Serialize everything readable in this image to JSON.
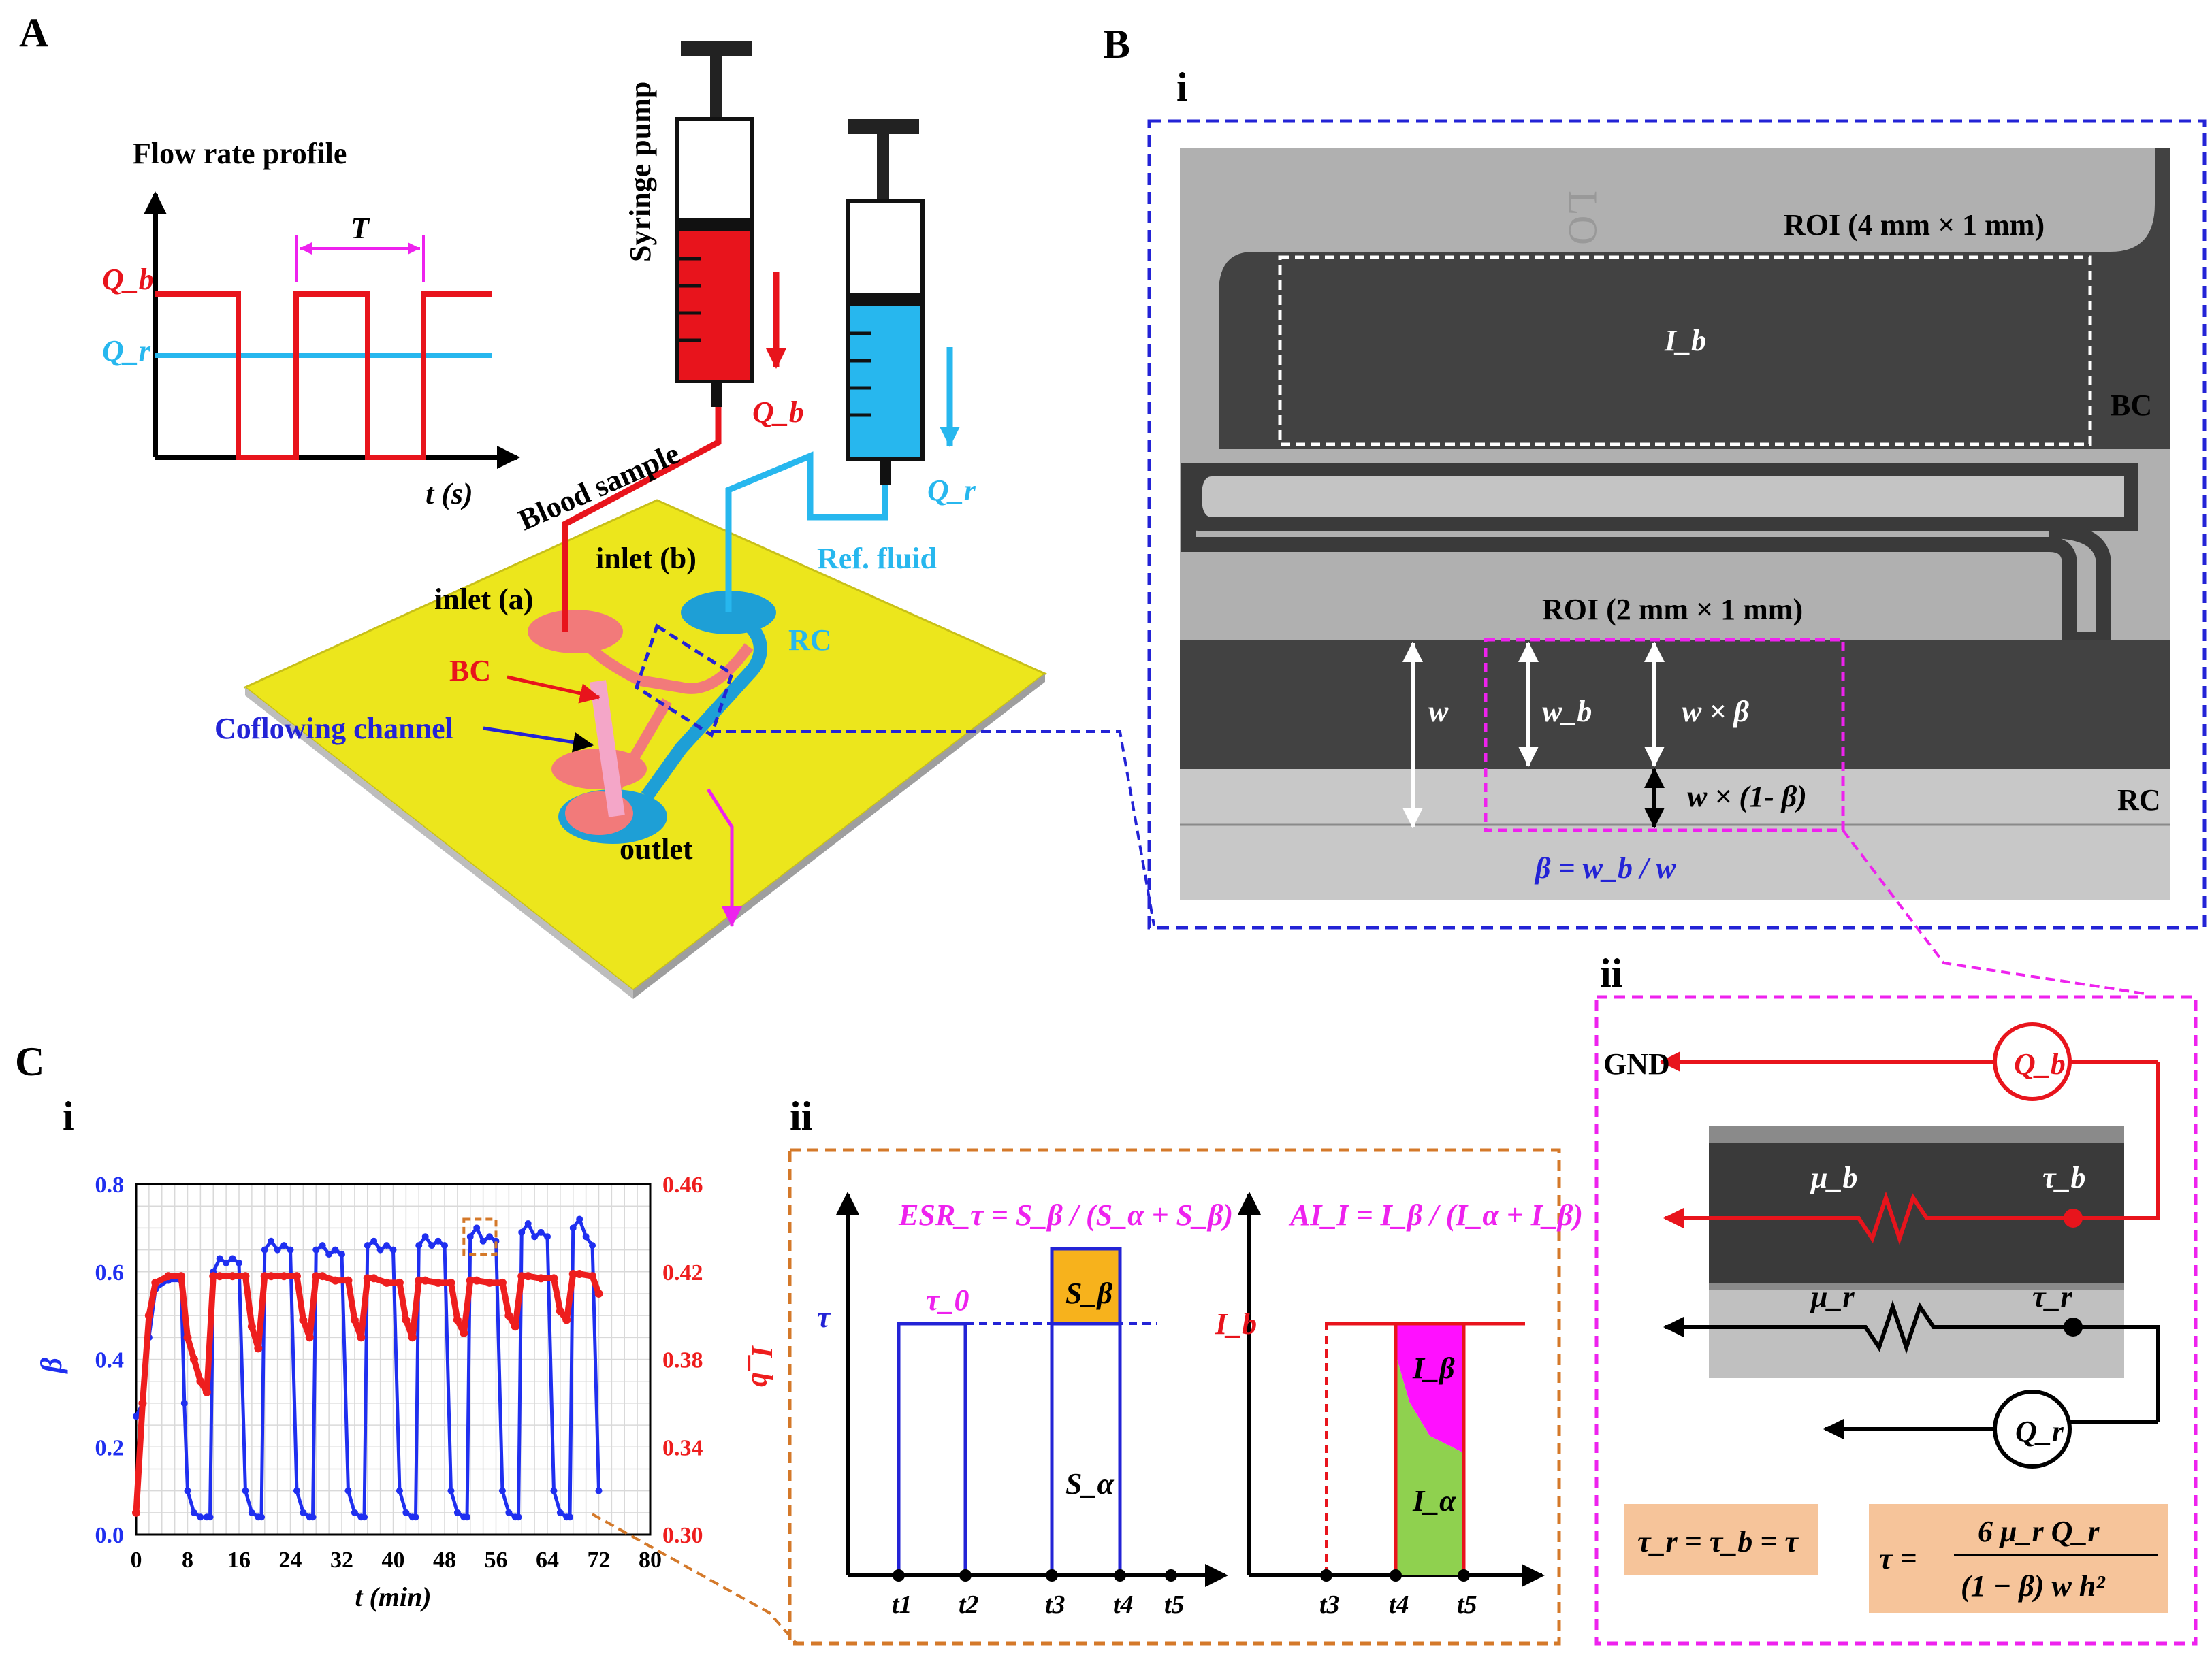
{
  "colors": {
    "blood": "#e8141c",
    "reference": "#27b7ee",
    "chip": "#ece61c",
    "blue_dash": "#2323d6",
    "magenta": "#ee22ee",
    "orange_dash": "#d4792a",
    "beta_series": "#1f2ff0",
    "ib_series": "#ee1e1e",
    "s_beta_fill": "#f7b21c",
    "i_beta_fill": "#ff10ff",
    "i_alpha_fill": "#8fd14f",
    "equation_box": "#f6c49a"
  },
  "panel_a": {
    "letter": "A",
    "flow_title": "Flow rate profile",
    "period": "T",
    "qb": "Q_b",
    "qr": "Q_r",
    "time_axis": "t (s)",
    "syringe_pump": "Syringe pump",
    "blood_sample": "Blood sample",
    "ref_fluid": "Ref. fluid",
    "inlet_a": "inlet (a)",
    "inlet_b": "inlet (b)",
    "bc": "BC",
    "rc": "RC",
    "coflowing": "Coflowing channel",
    "outlet": "outlet"
  },
  "panel_b": {
    "letter": "B",
    "sub_i": "i",
    "sub_ii": "ii",
    "roi_top": "ROI (4 mm × 1 mm)",
    "ib": "I_b",
    "bc": "BC",
    "roi_bottom": "ROI (2 mm × 1 mm)",
    "w": "w",
    "wb": "w_b",
    "w_beta": "w × β",
    "w_one_minus_beta": "w × (1- β)",
    "rc": "RC",
    "beta_def": "β = w_b / w",
    "gnd": "GND",
    "mu_b": "μ_b",
    "tau_b": "τ_b",
    "mu_r": "μ_r",
    "tau_r": "τ_r",
    "qb": "Q_b",
    "qr": "Q_r",
    "eq_left": "τ_r = τ_b = τ",
    "eq_right_lhs": "τ =",
    "eq_right_num": "6 μ_r Q_r",
    "eq_right_den": "(1 − β) w h²"
  },
  "panel_c": {
    "letter": "C",
    "sub_i": "i",
    "sub_ii": "ii",
    "esr_label": "ESR_τ = S_β / (S_α + S_β)",
    "ai_label": "AI_I = I_β / (I_α + I_β)",
    "tau": "τ",
    "tau0": "τ_0",
    "s_beta": "S_β",
    "s_alpha": "S_α",
    "ib": "I_b",
    "i_beta": "I_β",
    "i_alpha": "I_α",
    "t_labels_esr": [
      "t1",
      "t2",
      "t3",
      "t4",
      "t5"
    ],
    "t_labels_ai": [
      "t3",
      "t4",
      "t5"
    ]
  },
  "chart_data": {
    "type": "line",
    "xlabel": "t (min)",
    "ylabel_left": "β",
    "ylabel_right": "I_b",
    "xlim": [
      0,
      80
    ],
    "ylim_left": [
      0.0,
      0.8
    ],
    "ylim_right": [
      0.3,
      0.46
    ],
    "x_ticks": [
      0,
      8,
      16,
      24,
      32,
      40,
      48,
      56,
      64,
      72,
      80
    ],
    "y_left_ticks": [
      "0.0",
      "0.2",
      "0.4",
      "0.6",
      "0.8"
    ],
    "y_right_ticks": [
      "0.30",
      "0.34",
      "0.38",
      "0.42",
      "0.46"
    ],
    "grid": true,
    "series": [
      {
        "name": "β",
        "axis": "left",
        "x": [
          0,
          1,
          2,
          3,
          5,
          7,
          7.5,
          8,
          9,
          10,
          11,
          11.5,
          12,
          13,
          14,
          15,
          16,
          17,
          18,
          19,
          19.5,
          20,
          21,
          22,
          23,
          24,
          25,
          26,
          27,
          27.5,
          28,
          29,
          30,
          31,
          32,
          33,
          34,
          35,
          35.5,
          36,
          37,
          38,
          39,
          40,
          41,
          42,
          43,
          43.5,
          44,
          45,
          46,
          47,
          48,
          49,
          50,
          51,
          51.5,
          52,
          53,
          54,
          55,
          56,
          57,
          58,
          59,
          59.5,
          60,
          61,
          62,
          63,
          64,
          65,
          66,
          67,
          67.5,
          68,
          69,
          70,
          71,
          72
        ],
        "y": [
          0.27,
          0.3,
          0.45,
          0.56,
          0.58,
          0.58,
          0.3,
          0.1,
          0.05,
          0.04,
          0.04,
          0.04,
          0.6,
          0.63,
          0.62,
          0.63,
          0.62,
          0.1,
          0.05,
          0.04,
          0.04,
          0.65,
          0.67,
          0.65,
          0.66,
          0.65,
          0.1,
          0.05,
          0.04,
          0.04,
          0.65,
          0.66,
          0.64,
          0.65,
          0.64,
          0.1,
          0.05,
          0.04,
          0.04,
          0.66,
          0.67,
          0.65,
          0.66,
          0.65,
          0.1,
          0.05,
          0.04,
          0.04,
          0.66,
          0.68,
          0.66,
          0.67,
          0.66,
          0.1,
          0.05,
          0.04,
          0.04,
          0.68,
          0.7,
          0.67,
          0.68,
          0.67,
          0.1,
          0.05,
          0.04,
          0.04,
          0.69,
          0.71,
          0.68,
          0.69,
          0.68,
          0.1,
          0.05,
          0.04,
          0.04,
          0.7,
          0.72,
          0.68,
          0.66,
          0.1
        ]
      },
      {
        "name": "I_b",
        "axis": "right",
        "x": [
          0,
          1,
          2,
          3,
          5,
          7,
          8,
          9,
          10,
          11,
          12,
          13,
          15,
          17,
          18,
          19,
          20,
          21,
          23,
          25,
          26,
          27,
          28,
          29,
          31,
          33,
          34,
          35,
          36,
          37,
          39,
          41,
          42,
          43,
          44,
          45,
          47,
          49,
          50,
          51,
          52,
          53,
          55,
          57,
          58,
          59,
          60,
          61,
          63,
          65,
          66,
          67,
          68,
          69,
          71,
          72
        ],
        "y": [
          0.31,
          0.36,
          0.4,
          0.415,
          0.418,
          0.418,
          0.39,
          0.38,
          0.37,
          0.365,
          0.418,
          0.418,
          0.418,
          0.418,
          0.395,
          0.385,
          0.418,
          0.418,
          0.418,
          0.418,
          0.398,
          0.39,
          0.418,
          0.418,
          0.416,
          0.416,
          0.398,
          0.39,
          0.417,
          0.417,
          0.415,
          0.415,
          0.398,
          0.39,
          0.416,
          0.416,
          0.415,
          0.415,
          0.398,
          0.392,
          0.416,
          0.416,
          0.415,
          0.415,
          0.4,
          0.395,
          0.418,
          0.418,
          0.417,
          0.417,
          0.402,
          0.398,
          0.419,
          0.419,
          0.418,
          0.41
        ]
      }
    ]
  }
}
